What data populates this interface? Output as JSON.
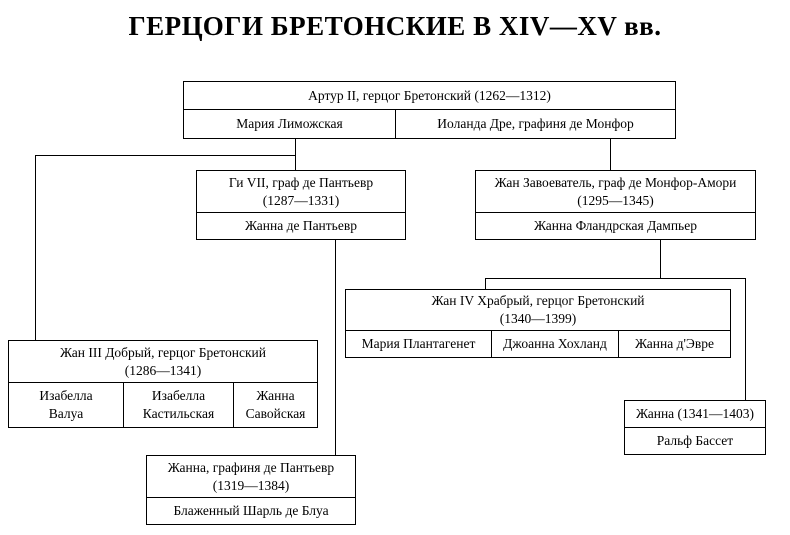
{
  "title": "ГЕРЦОГИ БРЕТОНСКИЕ В XIV—XV вв.",
  "colors": {
    "background": "#ffffff",
    "line": "#000000",
    "text": "#000000"
  },
  "boxes": {
    "artur_ii": {
      "name_lines": [
        "Артур II, герцог Бретонский (1262—1312)"
      ],
      "spouse_cells": [
        [
          "Мария Лиможская"
        ],
        [
          "Иоланда Дре, графиня де Монфор"
        ]
      ]
    },
    "gi_vii": {
      "name_lines": [
        "Ги VII, граф де Пантьевр",
        "(1287—1331)"
      ],
      "spouse_cells": [
        [
          "Жанна де Пантьевр"
        ]
      ]
    },
    "zhan_zavoevatel": {
      "name_lines": [
        "Жан Завоеватель, граф де Монфор-Амори",
        "(1295—1345)"
      ],
      "spouse_cells": [
        [
          "Жанна Фландрская Дампьер"
        ]
      ]
    },
    "zhan_iv": {
      "name_lines": [
        "Жан IV Храбрый, герцог Бретонский",
        "(1340—1399)"
      ],
      "spouse_cells": [
        [
          "Мария Плантагенет"
        ],
        [
          "Джоанна Хохланд"
        ],
        [
          "Жанна д'Эвре"
        ]
      ]
    },
    "zhan_iii": {
      "name_lines": [
        "Жан III Добрый, герцог Бретонский",
        "(1286—1341)"
      ],
      "spouse_cells": [
        [
          "Изабелла",
          "Валуа"
        ],
        [
          "Изабелла",
          "Кастильская"
        ],
        [
          "Жанна",
          "Савойская"
        ]
      ]
    },
    "zhanna_basset": {
      "name_lines": [
        "Жанна (1341—1403)"
      ],
      "spouse_cells": [
        [
          "Ральф Бассет"
        ]
      ]
    },
    "zhanna_pantievr": {
      "name_lines": [
        "Жанна, графиня де Пантьевр",
        "(1319—1384)"
      ],
      "spouse_cells": [
        [
          "Блаженный Шарль де Блуа"
        ]
      ]
    }
  }
}
